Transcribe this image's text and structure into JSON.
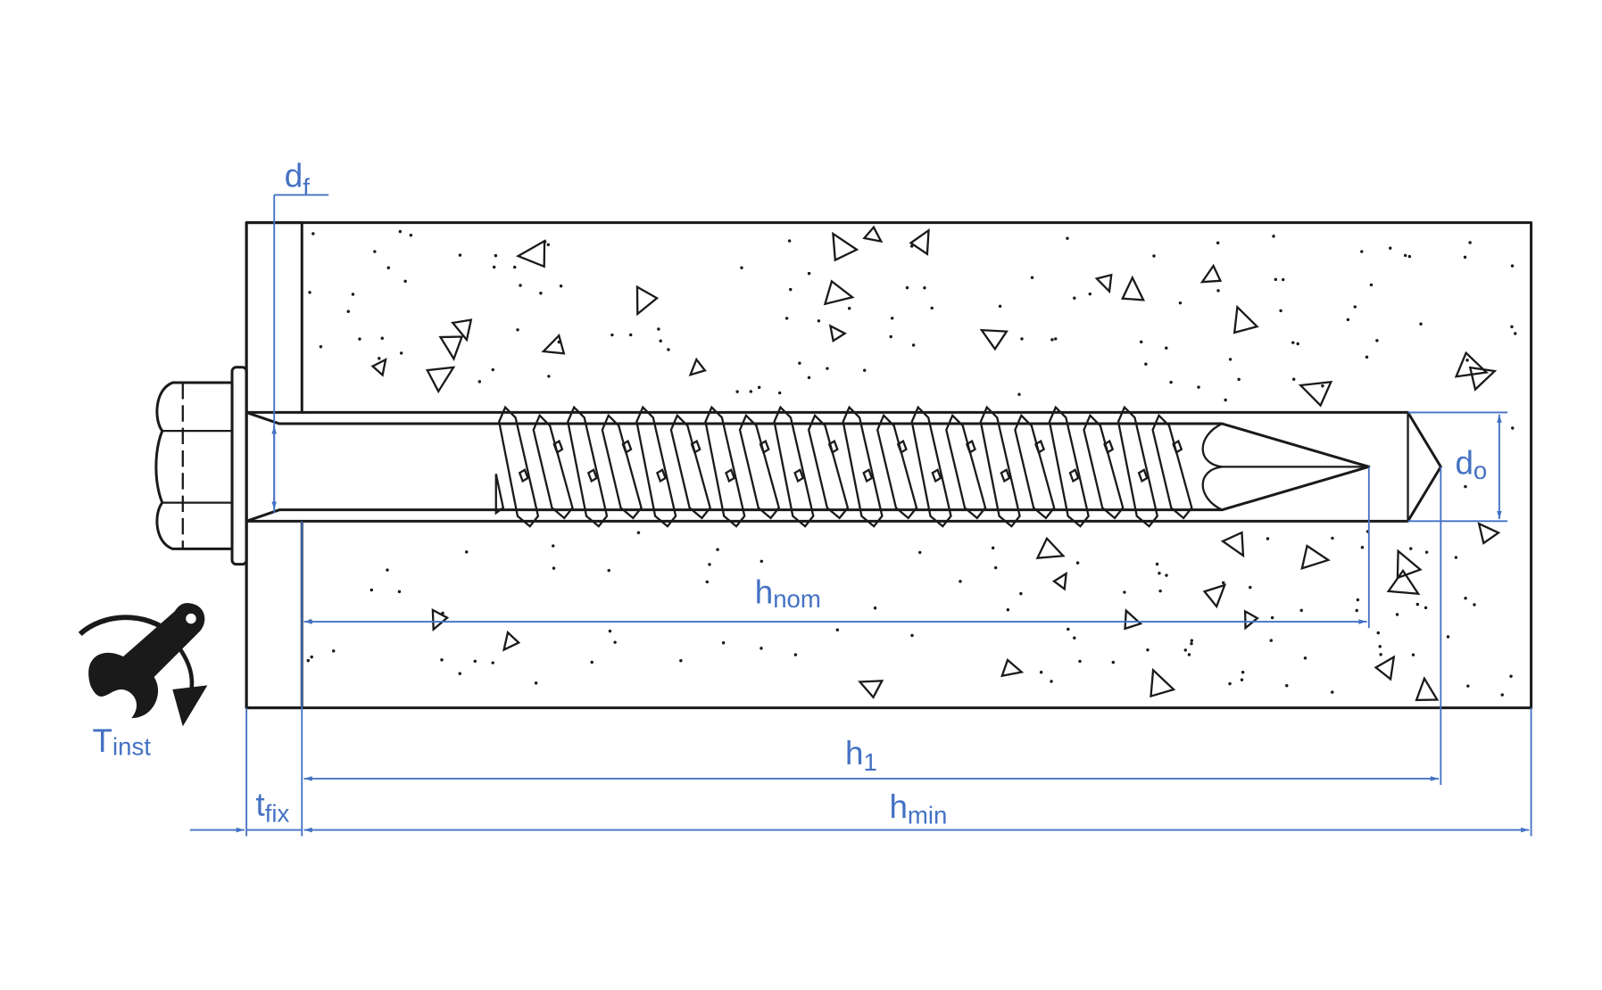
{
  "title": "Concrete screw anchor installation parameters",
  "colors": {
    "dimension": "#4472c4",
    "line": "#1a1a1a",
    "background": "#ffffff"
  },
  "labels": {
    "df": {
      "main": "d",
      "sub": "f"
    },
    "do": {
      "main": "d",
      "sub": "o"
    },
    "hnom": {
      "main": "h",
      "sub": "nom"
    },
    "h1": {
      "main": "h",
      "sub": "1"
    },
    "hmin": {
      "main": "h",
      "sub": "min"
    },
    "tfix": {
      "main": "t",
      "sub": "fix"
    },
    "tinst": {
      "main": "T",
      "sub": "inst"
    }
  },
  "icons": {
    "torque": "wrench-torque-icon"
  }
}
